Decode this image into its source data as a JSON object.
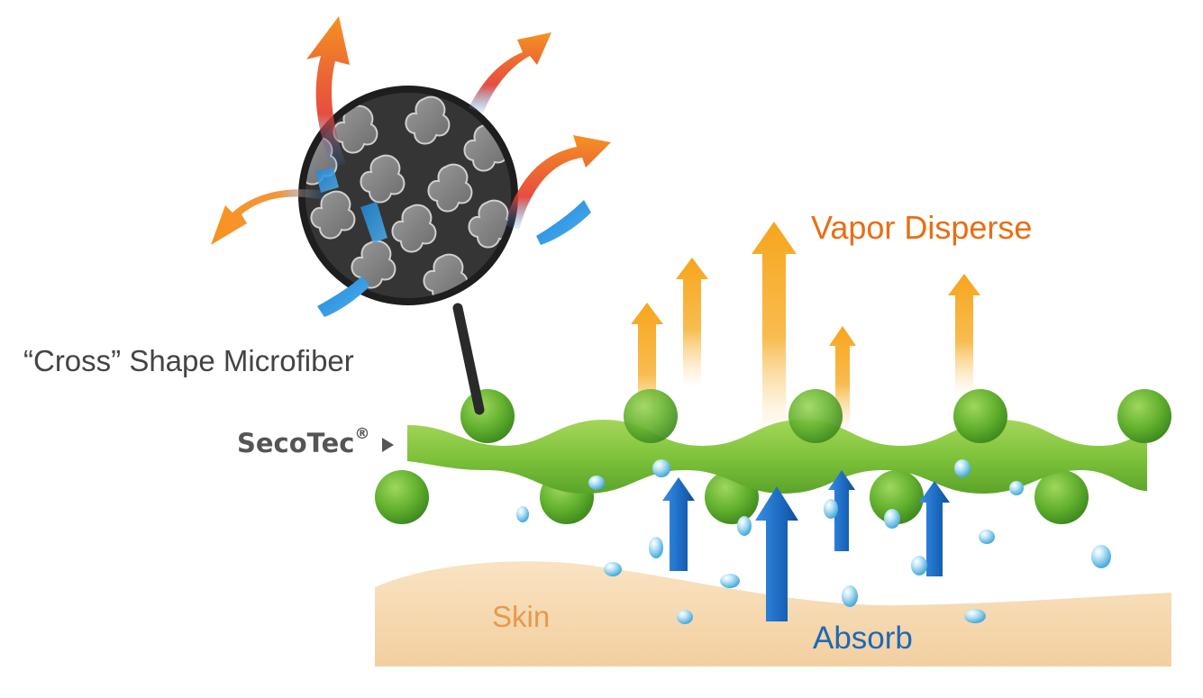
{
  "labels": {
    "microfiber": "“Cross” Shape Microfiber",
    "brand": "SecoTec",
    "brand_mark": "®",
    "vapor": "Vapor Disperse",
    "skin": "Skin",
    "absorb": "Absorb"
  },
  "colors": {
    "vapor_text": "#ea6d12",
    "absorb_text": "#1d69b6",
    "skin_text": "#e79a4c",
    "skin_fill": "#f6d9b0",
    "fabric_green": "#7cc23a",
    "fiber_ball": "#5fae2c",
    "vapor_arrow": "#f5a623",
    "absorb_arrow": "#1f6fc8",
    "magnifier_ring": "#2a2a2a"
  },
  "icons": {
    "brand_pointer": "triangle-right-icon",
    "vapor_arrows": "arrow-up-icon",
    "absorb_arrows": "arrow-up-icon",
    "droplets": "water-droplet-icon",
    "magnifier": "magnifier-circle-icon"
  }
}
